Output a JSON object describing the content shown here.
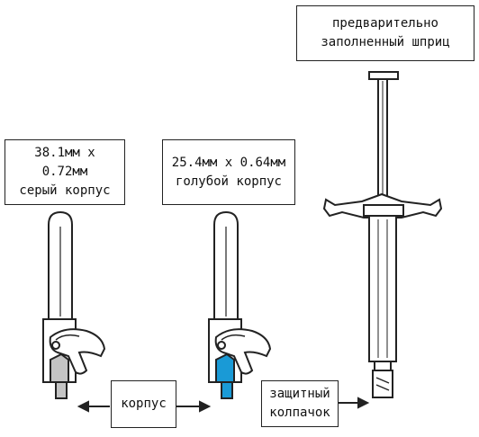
{
  "labels": {
    "syringe": [
      "предварительно",
      "заполненный шприц"
    ],
    "needle_gray": [
      "38.1мм x",
      "0.72мм",
      "серый корпус"
    ],
    "needle_blue": [
      "25.4мм x 0.64мм",
      "голубой корпус"
    ],
    "hub": "корпус",
    "cap": [
      "защитный",
      "колпачок"
    ]
  },
  "colors": {
    "line": "#222222",
    "gray_hub": "#c4c4c4",
    "blue_hub": "#1a9ad6"
  }
}
